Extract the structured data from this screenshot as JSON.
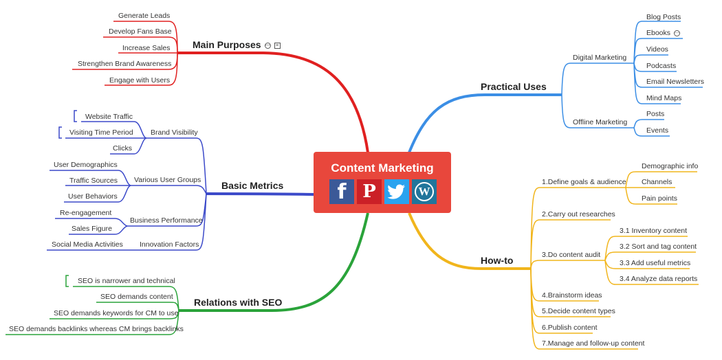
{
  "center": {
    "title": "Content Marketing",
    "icons": [
      "facebook-icon",
      "pinterest-icon",
      "twitter-icon",
      "wordpress-icon"
    ]
  },
  "colors": {
    "red": "#e02020",
    "blue": "#3b49c9",
    "green": "#2aa33a",
    "lightblue": "#3b8ee5",
    "yellow": "#f1b51c",
    "center_bg": "#e8473c"
  },
  "main_purposes": {
    "title": "Main Purposes",
    "items": [
      "Generate Leads",
      "Develop Fans Base",
      "Increase Sales",
      "Strengthen Brand Awareness",
      "Engage with Users"
    ]
  },
  "basic_metrics": {
    "title": "Basic Metrics",
    "brand_visibility": {
      "label": "Brand Visibility",
      "items": [
        "Website Traffic",
        "Visiting Time Period",
        "Clicks"
      ]
    },
    "user_groups": {
      "label": "Various User Groups",
      "items": [
        "User Demographics",
        "Traffic Sources",
        "User Behaviors"
      ]
    },
    "business_performance": {
      "label": "Business Performance",
      "items": [
        "Re-engagement",
        "Sales Figure"
      ]
    },
    "innovation": {
      "label": "Innovation Factors",
      "items": [
        "Social Media Activities"
      ]
    }
  },
  "relations_seo": {
    "title": "Relations with SEO",
    "items": [
      "SEO is narrower and technical",
      "SEO demands content",
      "SEO demands keywords for CM to use",
      "SEO demands backlinks whereas CM brings backlinks"
    ]
  },
  "practical_uses": {
    "title": "Practical Uses",
    "digital": {
      "label": "Digital Marketing",
      "items": [
        "Blog Posts",
        "Ebooks",
        "Videos",
        "Podcasts",
        "Email Newsletters",
        "Mind Maps"
      ]
    },
    "offline": {
      "label": "Offline Marketing",
      "items": [
        "Posts",
        "Events"
      ]
    }
  },
  "how_to": {
    "title": "How-to",
    "step1": {
      "label": "1.Define goals & audience",
      "items": [
        "Demographic info",
        "Channels",
        "Pain points"
      ]
    },
    "step2": "2.Carry out researches",
    "step3": {
      "label": "3.Do content audit",
      "items": [
        "3.1 Inventory content",
        "3.2 Sort and tag content",
        "3.3 Add useful metrics",
        "3.4 Analyze data reports"
      ]
    },
    "step4": "4.Brainstorm ideas",
    "step5": "5.Decide content types",
    "step6": "6.Publish content",
    "step7": "7.Manage and follow-up content"
  }
}
